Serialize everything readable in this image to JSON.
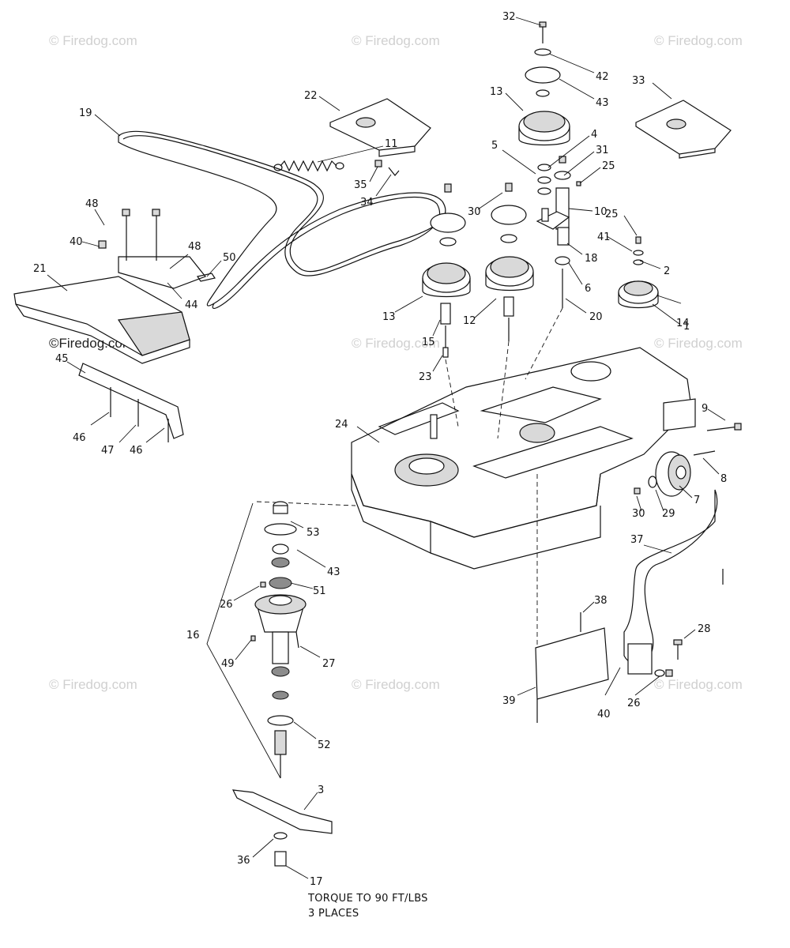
{
  "watermarks": {
    "text": "© Firedog.com",
    "dark_text": "©Firedog.com"
  },
  "callouts": [
    "1",
    "2",
    "3",
    "4",
    "5",
    "6",
    "7",
    "8",
    "9",
    "10",
    "11",
    "12",
    "13",
    "14",
    "15",
    "16",
    "17",
    "18",
    "19",
    "20",
    "21",
    "22",
    "23",
    "24",
    "25",
    "26",
    "27",
    "28",
    "29",
    "30",
    "31",
    "32",
    "33",
    "34",
    "35",
    "36",
    "37",
    "38",
    "39",
    "40",
    "41",
    "42",
    "43",
    "44",
    "45",
    "46",
    "47",
    "48",
    "49",
    "50",
    "51",
    "52",
    "53"
  ],
  "notes": {
    "torque_line1": "TORQUE TO 90 FT/LBS",
    "torque_line2": "3 PLACES"
  }
}
